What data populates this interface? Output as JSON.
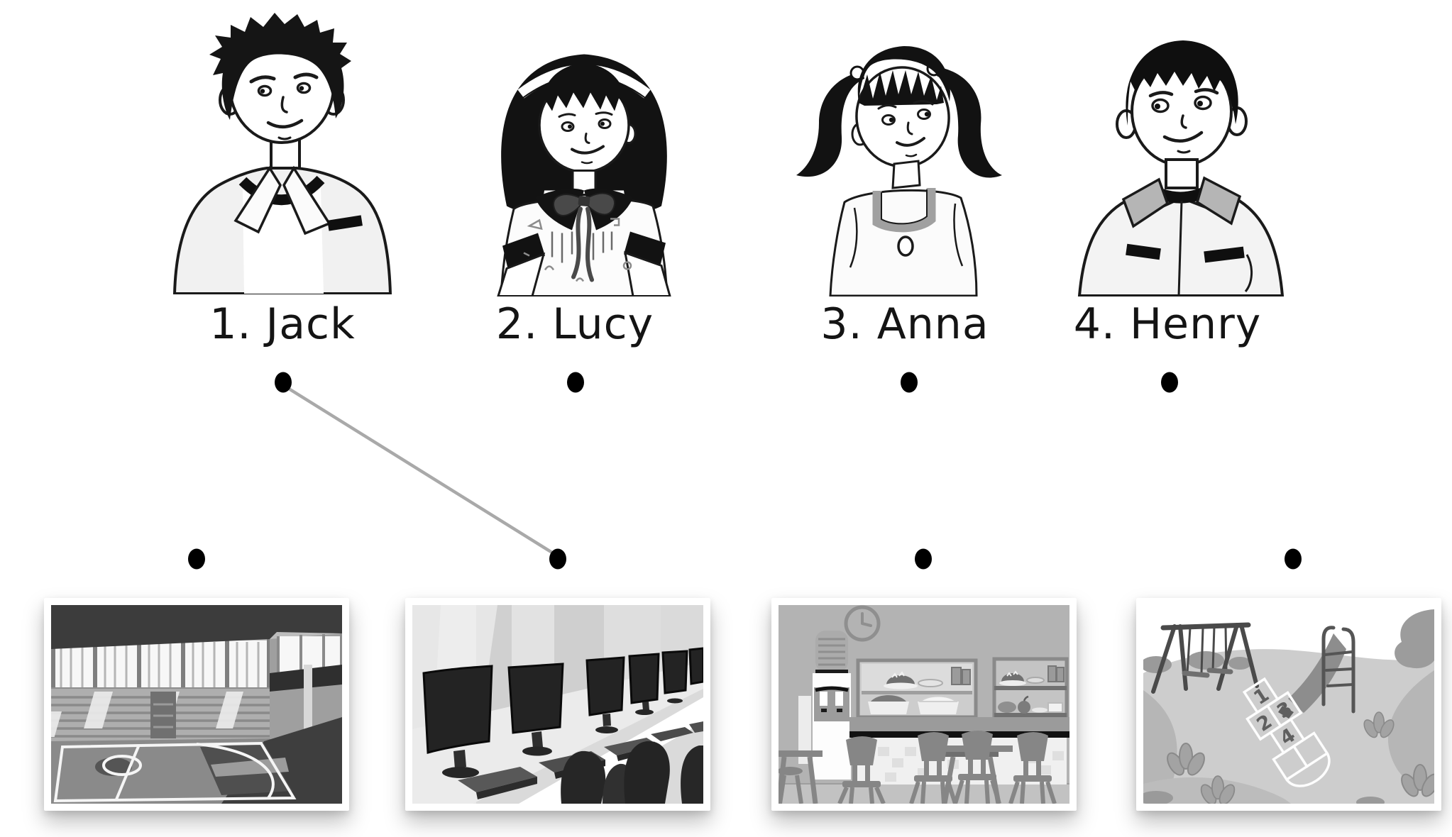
{
  "people": [
    {
      "label": "1. Jack",
      "number": "1",
      "name": "Jack"
    },
    {
      "label": "2. Lucy",
      "number": "2",
      "name": "Lucy"
    },
    {
      "label": "3. Anna",
      "number": "3",
      "name": "Anna"
    },
    {
      "label": "4. Henry",
      "number": "4",
      "name": "Henry"
    }
  ],
  "places": [
    {
      "id": "gym"
    },
    {
      "id": "computer-room"
    },
    {
      "id": "canteen"
    },
    {
      "id": "playground"
    }
  ],
  "connections": [
    {
      "from_person": "1. Jack",
      "to_place": "computer-room"
    }
  ],
  "playground": {
    "hopscotch_numbers": [
      "1",
      "2",
      "3",
      "4"
    ]
  },
  "colors": {
    "background": "#ffffff",
    "dot": "#000000",
    "connection_line": "#a9a9a9",
    "text": "#141414"
  }
}
